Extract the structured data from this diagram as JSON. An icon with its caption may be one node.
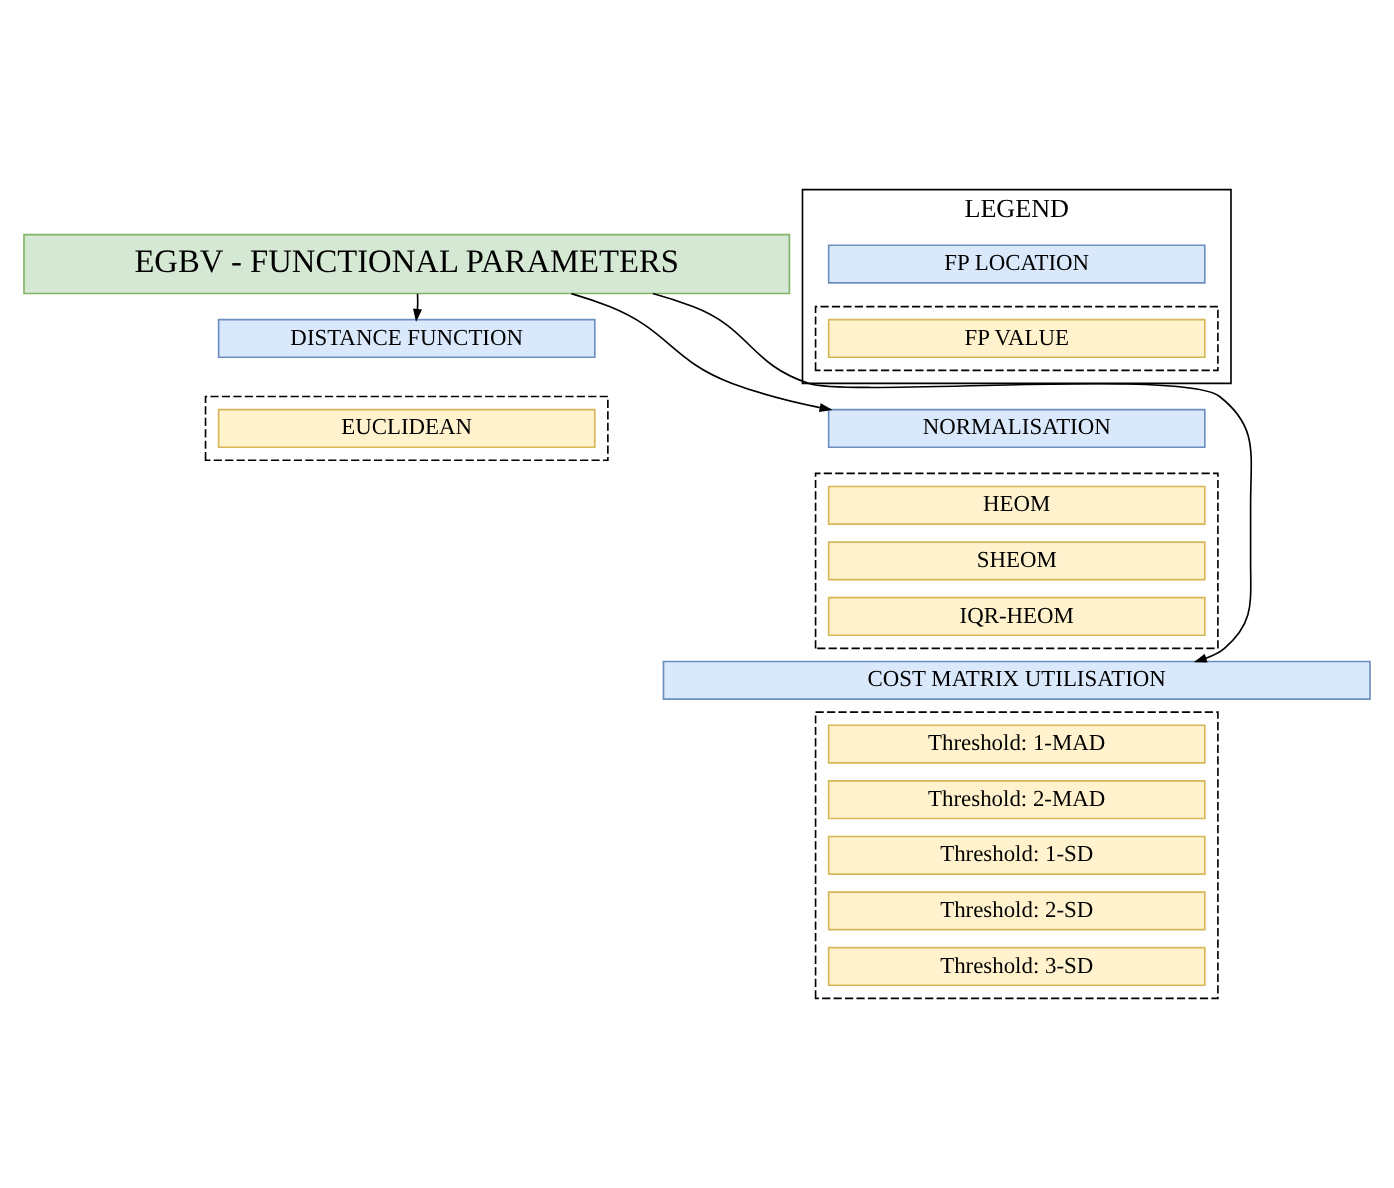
{
  "diagram": {
    "nodes": [
      {
        "text": [
          "EGBV - FUNCTIONAL PARAMETERS"
        ]
      },
      {
        "text": [
          "DISTANCE FUNCTION"
        ]
      },
      {
        "text": [],
        "shape": "box"
      },
      {
        "text": [
          "EUCLIDEAN"
        ],
        "in": 2
      },
      {
        "text": [
          "LEGEND"
        ]
      },
      {
        "text": [
          "FP LOCATION"
        ],
        "in": 4
      },
      {
        "text": [],
        "shape": "box",
        "in": 4
      },
      {
        "text": [
          "FP VALUE"
        ],
        "in": 6
      },
      {
        "text": [
          "NORMALISATION"
        ]
      },
      {
        "text": [],
        "shape": "box"
      },
      {
        "text": [
          "HEOM"
        ],
        "in": 9
      },
      {
        "text": [
          "SHEOM"
        ],
        "in": 9
      },
      {
        "text": [
          "IQR-HEOM"
        ],
        "in": 9
      },
      {
        "text": [
          "COST MATRIX UTILISATION"
        ]
      },
      {
        "text": [],
        "shape": "box"
      },
      {
        "text": [
          "Threshold: 1-MAD"
        ],
        "in": 14
      },
      {
        "text": [
          "Threshold: 2-MAD"
        ],
        "in": 14
      },
      {
        "text": [
          "Threshold: 1-SD"
        ],
        "in": 14
      },
      {
        "text": [
          "Threshold: 2-SD"
        ],
        "in": 14
      },
      {
        "text": [
          "Threshold: 3-SD"
        ],
        "in": 14
      }
    ],
    "edges": [
      {
        "from": 0,
        "to": 1,
        "arrow": "to"
      },
      {
        "from": 0,
        "to": 8,
        "arrow": "to"
      },
      {
        "from": 0,
        "to": 13,
        "arrow": "to"
      }
    ]
  }
}
